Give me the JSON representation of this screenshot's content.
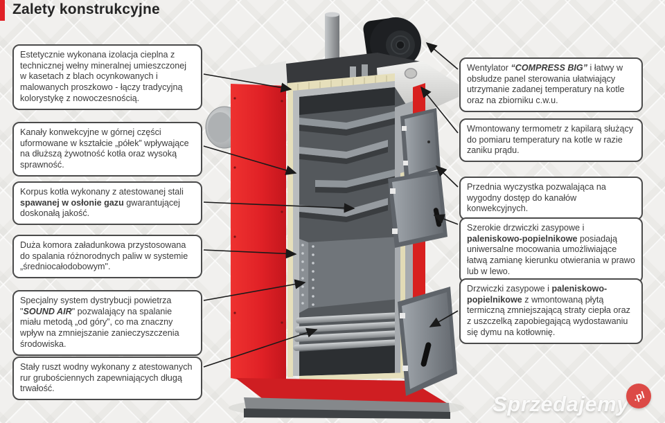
{
  "title": "Zalety konstrukcyjne",
  "colors": {
    "boiler_red": "#e02126",
    "callout_border": "#4a4a4a",
    "arrow": "#1a1a1a",
    "watermark_badge_red": "#dc4a46"
  },
  "callouts_left": [
    {
      "id": "insulation",
      "segments": [
        {
          "t": "Estetycznie wykonana izolacja cieplna z technicznej wełny mineralnej umieszczonej w kasetach z blach ocynkowanych i malowanych proszkowo - łączy tradycyjną kolorystykę z nowoczesnością."
        }
      ]
    },
    {
      "id": "convection-channels",
      "segments": [
        {
          "t": "Kanały konwekcyjne w górnej części uformowane w kształcie „półek” wpływające na dłuższą żywotność kotła oraz wysoką sprawność."
        }
      ]
    },
    {
      "id": "boiler-body",
      "segments": [
        {
          "t": "Korpus kotła wykonany z atestowanej stali "
        },
        {
          "t": "spawanej w osłonie gazu",
          "b": true
        },
        {
          "t": " gwarantującej doskonałą jakość."
        }
      ]
    },
    {
      "id": "loading-chamber",
      "segments": [
        {
          "t": "Duża komora załadunkowa przystosowana do spalania różnorodnych paliw w systemie „średniocałodobowym\"."
        }
      ]
    },
    {
      "id": "air-distribution",
      "segments": [
        {
          "t": "Specjalny system dystrybucji powietrza \""
        },
        {
          "t": "SOUND AIR",
          "b": true,
          "i": true
        },
        {
          "t": "\" pozwalający na spalanie miału metodą „od góry”, co ma znaczny wpływ na zmniejszanie zanieczyszczenia środowiska."
        }
      ]
    },
    {
      "id": "water-grate",
      "segments": [
        {
          "t": "Stały ruszt wodny wykonany z atestowanych rur grubościennych zapewniających długą trwałość."
        }
      ]
    }
  ],
  "callouts_right": [
    {
      "id": "fan-control-panel",
      "segments": [
        {
          "t": "Wentylator "
        },
        {
          "t": "“COMPRESS BIG”",
          "b": true,
          "i": true
        },
        {
          "t": " i łatwy w obsłudze panel sterowania ułatwiający utrzymanie zadanej temperatury na kotle oraz na zbiorniku c.w.u."
        }
      ]
    },
    {
      "id": "thermometer",
      "segments": [
        {
          "t": "Wmontowany termometr z kapilarą służący do pomiaru temperatury na kotle w razie zaniku prądu."
        }
      ]
    },
    {
      "id": "front-cleanout",
      "segments": [
        {
          "t": "Przednia wyczystka pozwalająca na wygodny dostęp do kanałów konwekcyjnych."
        }
      ]
    },
    {
      "id": "wide-doors",
      "segments": [
        {
          "t": "Szerokie drzwiczki zasypowe i "
        },
        {
          "t": "paleniskowo-popielnikowe",
          "b": true
        },
        {
          "t": " posiadają uniwersalne mocowania umożliwiające łatwą zamianę kierunku otwierania w prawo lub w lewo."
        }
      ]
    },
    {
      "id": "thermal-doors",
      "segments": [
        {
          "t": "Drzwiczki zasypowe i "
        },
        {
          "t": "paleniskowo-popielnikowe",
          "b": true
        },
        {
          "t": " z wmontowaną płytą termiczną zmniejszającą straty ciepła oraz z uszczelką zapobiegającą wydostawaniu się dymu na kotłownię."
        }
      ]
    }
  ],
  "watermark": {
    "name": "Sprzedajemy",
    "tld": ".pl"
  }
}
